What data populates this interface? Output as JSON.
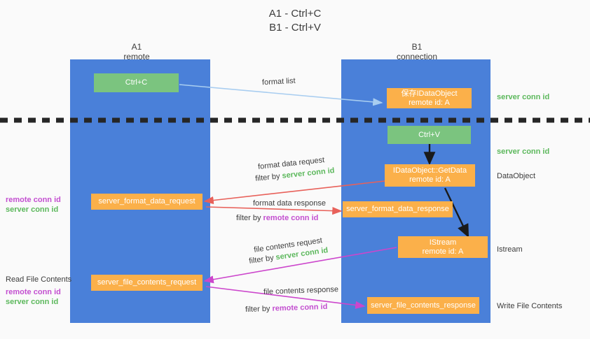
{
  "title": "A1 - Ctrl+C\nB1 - Ctrl+V",
  "columns": [
    {
      "name": "A1",
      "sub": "remote",
      "header": "A1\nremote"
    },
    {
      "name": "B1",
      "sub": "connection",
      "header": "B1\nconnection"
    }
  ],
  "nodes": {
    "ctrl_c": "Ctrl+C",
    "save_idataobject": "保存IDataObject\nremote id: A",
    "ctrl_v": "Ctrl+V",
    "getdata": "IDataObject::GetData\nremote id: A",
    "server_format_data_request": "server_format_data_request",
    "server_format_data_response": "server_format_data_response",
    "istream": "IStream\nremote id: A",
    "server_file_contents_request": "server_file_contents_request",
    "server_file_contents_response": "server_file_contents_response"
  },
  "right_labels": {
    "server_conn_id_1": "server conn id",
    "server_conn_id_2": "server conn id",
    "dataobject": "DataObject",
    "istream": "Istream",
    "write_file_contents": "Write File Contents"
  },
  "left_labels": {
    "remote_conn_id_1": "remote conn id",
    "server_conn_id_1": "server conn id",
    "read_file_contents": "Read File Contents",
    "remote_conn_id_2": "remote conn id",
    "server_conn_id_2": "server conn id"
  },
  "edges": {
    "format_list": "format list",
    "format_data_request": "format data request",
    "format_data_request_filter_pre": "filter by ",
    "format_data_request_filter_key": "server conn id",
    "format_data_response": "format data response",
    "format_data_response_filter_pre": "filter by ",
    "format_data_response_filter_key": "remote conn id",
    "file_contents_request": "file contents request",
    "file_contents_request_filter_pre": "filter by ",
    "file_contents_request_filter_key": "server conn id",
    "file_contents_response": "file contents response",
    "file_contents_response_filter_pre": "filter by ",
    "file_contents_response_filter_key": "remote conn id"
  },
  "colors": {
    "lane": "#4a80d9",
    "green_node": "#7bc47f",
    "orange_node": "#fbb04a",
    "green_text": "#5cb85c",
    "purple_text": "#c34fd0",
    "light_blue_arrow": "#a8cdf0",
    "red_arrow": "#e8615a",
    "magenta_arrow": "#cc46cc",
    "black_arrow": "#1a1a1a",
    "background": "#fafafa"
  }
}
